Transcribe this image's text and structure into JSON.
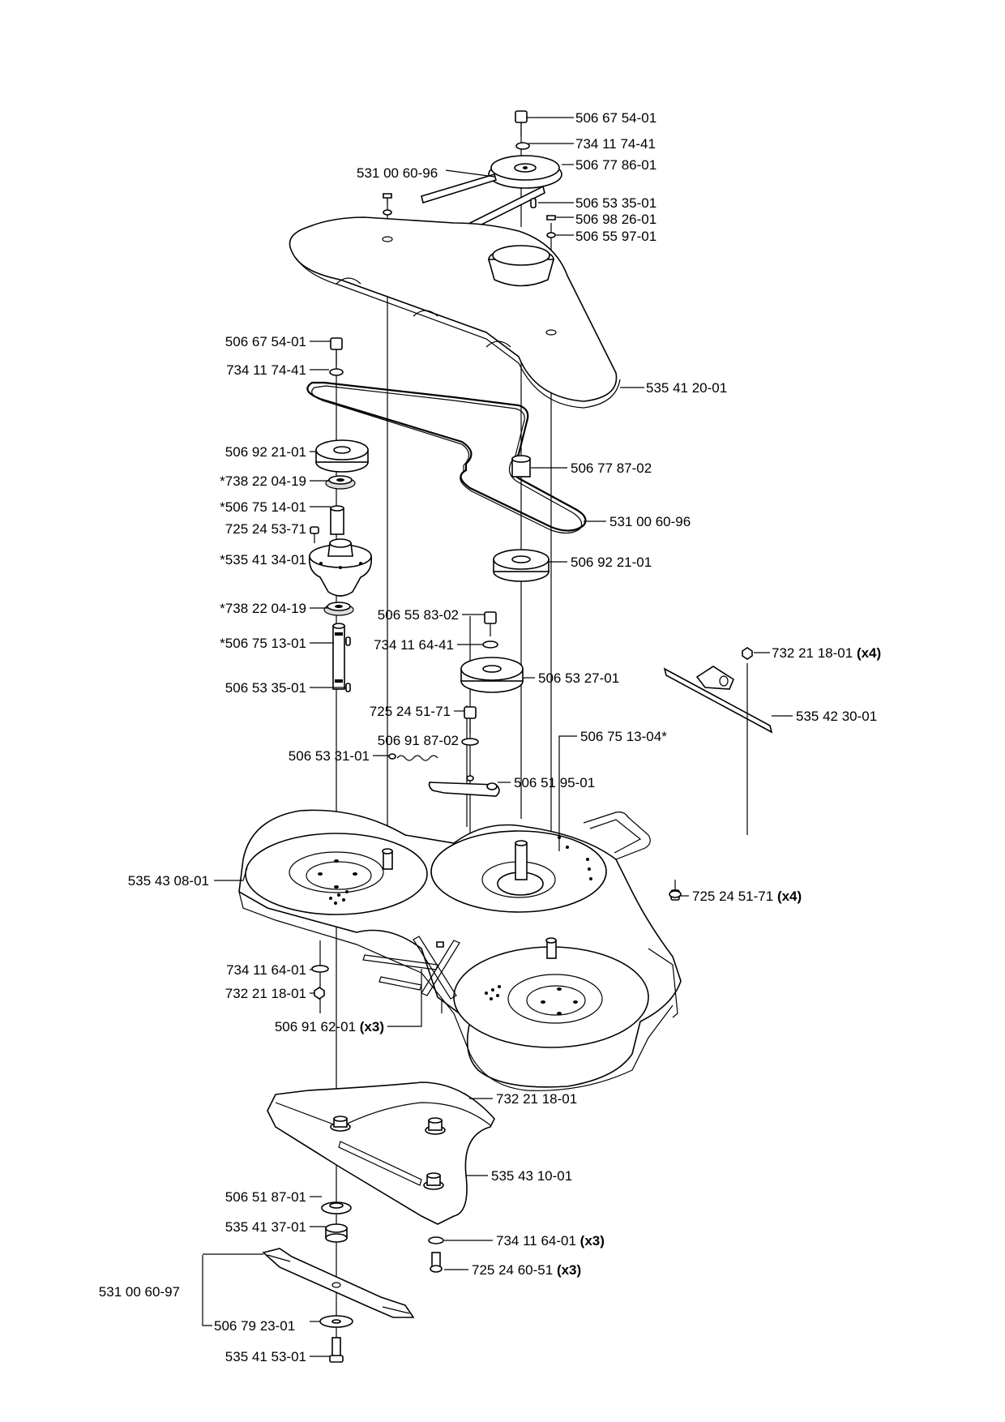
{
  "callouts": {
    "c01": "506 67 54-01",
    "c02": "734 11 74-41",
    "c03": "531 00 60-96",
    "c04": "506 77 86-01",
    "c05": "506 53 35-01",
    "c06": "506 98 26-01",
    "c07": "506 55 97-01",
    "c08": "506 67 54-01",
    "c09": "734 11 74-41",
    "c10": "535 41 20-01",
    "c11": "506 92 21-01",
    "c12": "*738 22 04-19",
    "c13": "506 77 87-02",
    "c14": "*506 75 14-01",
    "c15": "725 24 53-71",
    "c16": "531 00 60-96",
    "c17": "*535 41 34-01",
    "c18": "506 92 21-01",
    "c19": "*738 22 04-19",
    "c20": "506 55 83-02",
    "c21": "*506 75 13-01",
    "c22": "734 11 64-41",
    "c23": "732 21 18-01",
    "c23q": "(x4)",
    "c24": "506 53 27-01",
    "c25": "506 53 35-01",
    "c26": "535 42 30-01",
    "c27": "725 24 51-71",
    "c28": "506 91 87-02",
    "c29": "506 75 13-04*",
    "c30": "506 53 31-01",
    "c31": "506 51 95-01",
    "c32": "535 43 08-01",
    "c33": "725 24 51-71",
    "c33q": "(x4)",
    "c34": "734 11 64-01",
    "c35": "732 21 18-01",
    "c36": "506 91 62-01",
    "c36q": "(x3)",
    "c37": "732 21 18-01",
    "c38": "535 43 10-01",
    "c39": "506 51 87-01",
    "c40": "734 11 64-01",
    "c40q": "(x3)",
    "c41": "535 41 37-01",
    "c42": "725 24 60-51",
    "c42q": "(x3)",
    "c43": "531 00 60-97",
    "c44": "506 79 23-01",
    "c45": "535 41 53-01"
  }
}
